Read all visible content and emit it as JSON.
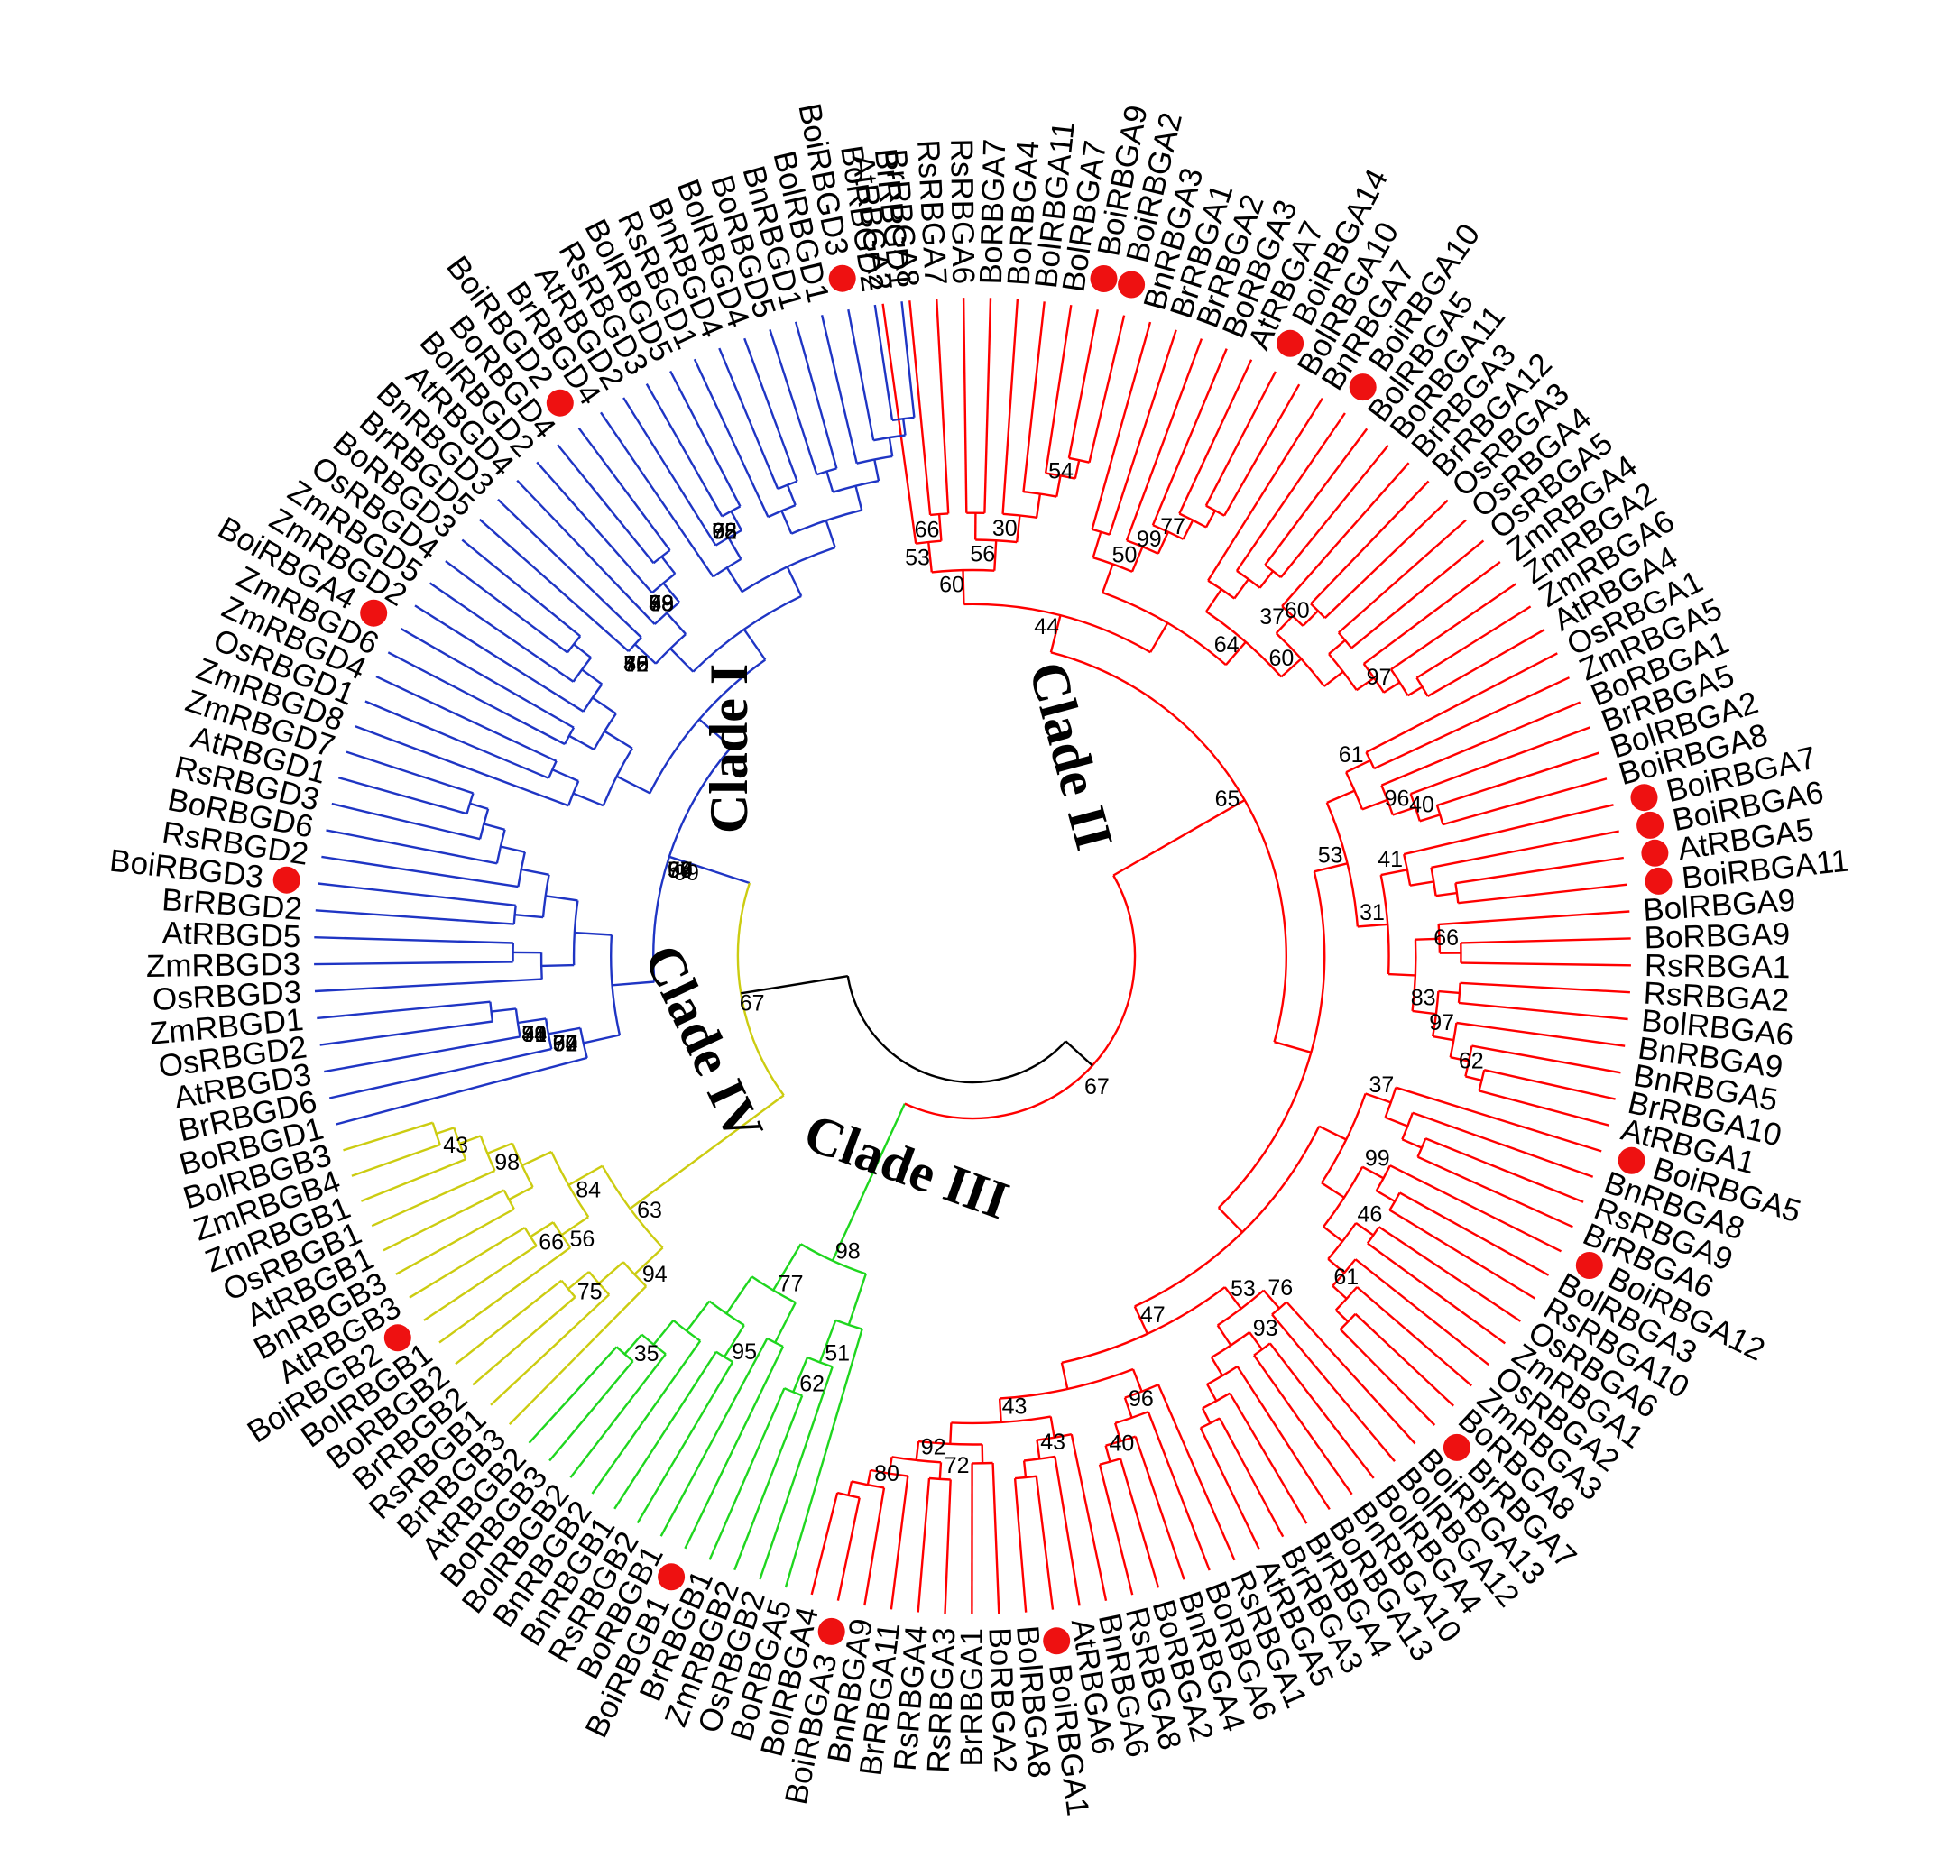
{
  "colors": {
    "clade_I": "#1f35c4",
    "clade_II": "#ff0000",
    "clade_III": "#1fd61f",
    "clade_IV": "#cccc11",
    "backbone": "#000000",
    "marker": "#ee1111"
  },
  "clade_labels": [
    "Clade I",
    "Clade II",
    "Clade III",
    "Clade IV"
  ],
  "leaves": [
    {
      "name": "AtRBGA2",
      "clade": "II"
    },
    {
      "name": "BrRBGA8",
      "clade": "II"
    },
    {
      "name": "RsRBGA7",
      "clade": "II"
    },
    {
      "name": "RsRBGA6",
      "clade": "II"
    },
    {
      "name": "BoRBGA7",
      "clade": "II"
    },
    {
      "name": "BoRBGA4",
      "clade": "II"
    },
    {
      "name": "BolRBGA11",
      "clade": "II"
    },
    {
      "name": "BolRBGA7",
      "clade": "II"
    },
    {
      "name": "BoiRBGA9",
      "clade": "II",
      "marked": true
    },
    {
      "name": "BoiRBGA2",
      "clade": "II",
      "marked": true
    },
    {
      "name": "BnRBGA3",
      "clade": "II"
    },
    {
      "name": "BrRBGA1",
      "clade": "II"
    },
    {
      "name": "BrRBGA2",
      "clade": "II"
    },
    {
      "name": "BoRBGA3",
      "clade": "II"
    },
    {
      "name": "AtRBGA7",
      "clade": "II"
    },
    {
      "name": "BoiRBGA14",
      "clade": "II",
      "marked": true
    },
    {
      "name": "BolRBGA10",
      "clade": "II"
    },
    {
      "name": "BnRBGA7",
      "clade": "II"
    },
    {
      "name": "BoiRBGA10",
      "clade": "II",
      "marked": true
    },
    {
      "name": "BolRBGA5",
      "clade": "II"
    },
    {
      "name": "BoRBGA11",
      "clade": "II"
    },
    {
      "name": "BrRBGA3",
      "clade": "II"
    },
    {
      "name": "BrRBGA12",
      "clade": "II"
    },
    {
      "name": "OsRBGA3",
      "clade": "II"
    },
    {
      "name": "OsRBGA4",
      "clade": "II"
    },
    {
      "name": "OsRBGA5",
      "clade": "II"
    },
    {
      "name": "ZmRBGA4",
      "clade": "II"
    },
    {
      "name": "ZmRBGA2",
      "clade": "II"
    },
    {
      "name": "ZmRBGA6",
      "clade": "II"
    },
    {
      "name": "AtRBGA4",
      "clade": "II"
    },
    {
      "name": "OsRBGA1",
      "clade": "II"
    },
    {
      "name": "ZmRBGA5",
      "clade": "II"
    },
    {
      "name": "BoRBGA1",
      "clade": "II"
    },
    {
      "name": "BrRBGA5",
      "clade": "II"
    },
    {
      "name": "BolRBGA2",
      "clade": "II"
    },
    {
      "name": "BoiRBGA8",
      "clade": "II"
    },
    {
      "name": "BoiRBGA7",
      "clade": "II",
      "marked": true
    },
    {
      "name": "BoiRBGA6",
      "clade": "II",
      "marked": true
    },
    {
      "name": "AtRBGA5",
      "clade": "II",
      "marked": true
    },
    {
      "name": "BoiRBGA11",
      "clade": "II",
      "marked": true
    },
    {
      "name": "BolRBGA9",
      "clade": "II"
    },
    {
      "name": "BoRBGA9",
      "clade": "II"
    },
    {
      "name": "RsRBGA1",
      "clade": "II"
    },
    {
      "name": "RsRBGA2",
      "clade": "II"
    },
    {
      "name": "BolRBGA6",
      "clade": "II"
    },
    {
      "name": "BnRBGA9",
      "clade": "II"
    },
    {
      "name": "BnRBGA5",
      "clade": "II"
    },
    {
      "name": "BrRBGA10",
      "clade": "II"
    },
    {
      "name": "AtRBGA1",
      "clade": "II"
    },
    {
      "name": "BoiRBGA5",
      "clade": "II",
      "marked": true
    },
    {
      "name": "BnRBGA8",
      "clade": "II"
    },
    {
      "name": "RsRBGA9",
      "clade": "II"
    },
    {
      "name": "BrRBGA6",
      "clade": "II"
    },
    {
      "name": "BoiRBGA12",
      "clade": "II",
      "marked": true
    },
    {
      "name": "BolRBGA3",
      "clade": "II"
    },
    {
      "name": "RsRBGA10",
      "clade": "II"
    },
    {
      "name": "OsRBGA6",
      "clade": "II"
    },
    {
      "name": "ZmRBGA1",
      "clade": "II"
    },
    {
      "name": "OsRBGA2",
      "clade": "II"
    },
    {
      "name": "ZmRBGA3",
      "clade": "II"
    },
    {
      "name": "BoRBGA8",
      "clade": "II"
    },
    {
      "name": "BrRBGA7",
      "clade": "II",
      "marked": true
    },
    {
      "name": "BoiRBGA13",
      "clade": "II"
    },
    {
      "name": "BolRBGA12",
      "clade": "II"
    },
    {
      "name": "BolRBGA4",
      "clade": "II"
    },
    {
      "name": "BnRBGA10",
      "clade": "II"
    },
    {
      "name": "BoRBGA13",
      "clade": "II"
    },
    {
      "name": "BrRBGA4",
      "clade": "II"
    },
    {
      "name": "BrRBGA3",
      "clade": "II"
    },
    {
      "name": "AtRBGA5",
      "clade": "II"
    },
    {
      "name": "RsRBGA1",
      "clade": "II"
    },
    {
      "name": "BoRBGA6",
      "clade": "II"
    },
    {
      "name": "BnRBGA4",
      "clade": "II"
    },
    {
      "name": "BoRBGA2",
      "clade": "II"
    },
    {
      "name": "RsRBGA8",
      "clade": "II"
    },
    {
      "name": "BnRBGA6",
      "clade": "II"
    },
    {
      "name": "AtRBGA6",
      "clade": "II"
    },
    {
      "name": "BoiRBGA1",
      "clade": "II",
      "marked": true
    },
    {
      "name": "BolRBGA8",
      "clade": "II"
    },
    {
      "name": "BoRBGA2",
      "clade": "II"
    },
    {
      "name": "BrRBGA1",
      "clade": "II"
    },
    {
      "name": "RsRBGA3",
      "clade": "II"
    },
    {
      "name": "RsRBGA4",
      "clade": "II"
    },
    {
      "name": "BrRBGA11",
      "clade": "II"
    },
    {
      "name": "BnRBGA9",
      "clade": "II"
    },
    {
      "name": "BoiRBGA3",
      "clade": "II",
      "marked": true
    },
    {
      "name": "BolRBGA4",
      "clade": "II"
    },
    {
      "name": "BoRBGA5",
      "clade": "III"
    },
    {
      "name": "OsRBGB2",
      "clade": "III"
    },
    {
      "name": "ZmRBGB2",
      "clade": "III"
    },
    {
      "name": "BrRBGB1",
      "clade": "III"
    },
    {
      "name": "BoiRBGB1",
      "clade": "III",
      "marked": true
    },
    {
      "name": "BoRBGB1",
      "clade": "III"
    },
    {
      "name": "RsRBGB2",
      "clade": "III"
    },
    {
      "name": "BnRBGB1",
      "clade": "III"
    },
    {
      "name": "BnRBGB2",
      "clade": "III"
    },
    {
      "name": "BolRBGB2",
      "clade": "III"
    },
    {
      "name": "BoRBGB3",
      "clade": "III"
    },
    {
      "name": "AtRBGB2",
      "clade": "III"
    },
    {
      "name": "BrRBGB3",
      "clade": "IV"
    },
    {
      "name": "RsRBGB1",
      "clade": "IV"
    },
    {
      "name": "BrRBGB2",
      "clade": "IV"
    },
    {
      "name": "BoRBGB2",
      "clade": "IV"
    },
    {
      "name": "BolRBGB1",
      "clade": "IV"
    },
    {
      "name": "BoiRBGB2",
      "clade": "IV",
      "marked": true
    },
    {
      "name": "AtRBGB3",
      "clade": "IV"
    },
    {
      "name": "BnRBGB3",
      "clade": "IV"
    },
    {
      "name": "AtRBGB1",
      "clade": "IV"
    },
    {
      "name": "OsRBGB1",
      "clade": "IV"
    },
    {
      "name": "ZmRBGB1",
      "clade": "IV"
    },
    {
      "name": "ZmRBGB4",
      "clade": "IV"
    },
    {
      "name": "BolRBGB3",
      "clade": "IV"
    },
    {
      "name": "BoRBGD1",
      "clade": "I"
    },
    {
      "name": "BrRBGD6",
      "clade": "I"
    },
    {
      "name": "AtRBGD3",
      "clade": "I"
    },
    {
      "name": "OsRBGD2",
      "clade": "I"
    },
    {
      "name": "ZmRBGD1",
      "clade": "I"
    },
    {
      "name": "OsRBGD3",
      "clade": "I"
    },
    {
      "name": "ZmRBGD3",
      "clade": "I"
    },
    {
      "name": "AtRBGD5",
      "clade": "I"
    },
    {
      "name": "BrRBGD2",
      "clade": "I"
    },
    {
      "name": "BoiRBGD3",
      "clade": "I",
      "marked": true
    },
    {
      "name": "RsRBGD2",
      "clade": "I"
    },
    {
      "name": "BoRBGD6",
      "clade": "I"
    },
    {
      "name": "RsRBGD3",
      "clade": "I"
    },
    {
      "name": "AtRBGD1",
      "clade": "I"
    },
    {
      "name": "ZmRBGD7",
      "clade": "I"
    },
    {
      "name": "ZmRBGD8",
      "clade": "I"
    },
    {
      "name": "OsRBGD1",
      "clade": "I"
    },
    {
      "name": "ZmRBGD4",
      "clade": "I"
    },
    {
      "name": "ZmRBGD6",
      "clade": "I"
    },
    {
      "name": "BoiRBGA4",
      "clade": "I",
      "marked": true
    },
    {
      "name": "ZmRBGD2",
      "clade": "I"
    },
    {
      "name": "ZmRBGD5",
      "clade": "I"
    },
    {
      "name": "OsRBGD4",
      "clade": "I"
    },
    {
      "name": "BoRBGD3",
      "clade": "I"
    },
    {
      "name": "BrRBGD5",
      "clade": "I"
    },
    {
      "name": "BnRBGD3",
      "clade": "I"
    },
    {
      "name": "AtRBGD4",
      "clade": "I"
    },
    {
      "name": "BolRBGD2",
      "clade": "I"
    },
    {
      "name": "BoRBGD4",
      "clade": "I"
    },
    {
      "name": "BoiRBGD2",
      "clade": "I",
      "marked": true
    },
    {
      "name": "BrRBGD4",
      "clade": "I"
    },
    {
      "name": "AtRBGD2",
      "clade": "I"
    },
    {
      "name": "RsRBGD3",
      "clade": "I"
    },
    {
      "name": "BolRBGD5",
      "clade": "I"
    },
    {
      "name": "RsRBGD1",
      "clade": "I"
    },
    {
      "name": "BnRBGD4",
      "clade": "I"
    },
    {
      "name": "BolRBGD4",
      "clade": "I"
    },
    {
      "name": "BoRBGD5",
      "clade": "I"
    },
    {
      "name": "BnRBGD1",
      "clade": "I"
    },
    {
      "name": "BolRBGD1",
      "clade": "I"
    },
    {
      "name": "BoiRBGD3",
      "clade": "I",
      "marked": true
    },
    {
      "name": "BoRBGD2",
      "clade": "I"
    },
    {
      "name": "BrRBGD1",
      "clade": "I"
    }
  ],
  "bootstrap_values": [
    {
      "value": "67",
      "near": "root-left"
    },
    {
      "value": "67",
      "near": "root-right"
    },
    {
      "value": "99",
      "near": "clade-I-base"
    },
    {
      "value": "97",
      "near": "clade-I"
    },
    {
      "value": "70",
      "near": "clade-I"
    },
    {
      "value": "34",
      "near": "clade-I"
    },
    {
      "value": "52",
      "near": "clade-I"
    },
    {
      "value": "79",
      "near": "clade-I"
    },
    {
      "value": "62",
      "near": "clade-I"
    },
    {
      "value": "50",
      "near": "clade-I"
    },
    {
      "value": "62",
      "near": "clade-I"
    },
    {
      "value": "46",
      "near": "clade-I"
    },
    {
      "value": "50",
      "near": "clade-I"
    },
    {
      "value": "88",
      "near": "clade-I"
    },
    {
      "value": "75",
      "near": "clade-I"
    },
    {
      "value": "79",
      "near": "clade-I"
    },
    {
      "value": "77",
      "near": "clade-I"
    },
    {
      "value": "41",
      "near": "clade-I"
    },
    {
      "value": "86",
      "near": "clade-I"
    },
    {
      "value": "93",
      "near": "clade-I"
    },
    {
      "value": "63",
      "near": "clade-I"
    },
    {
      "value": "94",
      "near": "clade-I"
    },
    {
      "value": "60",
      "near": "clade-I"
    },
    {
      "value": "99",
      "near": "clade-I"
    },
    {
      "value": "45",
      "near": "clade-I"
    },
    {
      "value": "49",
      "near": "clade-I"
    },
    {
      "value": "98",
      "near": "clade-I"
    },
    {
      "value": "64",
      "near": "clade-I"
    },
    {
      "value": "94",
      "near": "clade-I"
    },
    {
      "value": "74",
      "near": "clade-I"
    },
    {
      "value": "78",
      "near": "clade-I"
    },
    {
      "value": "68",
      "near": "clade-I"
    },
    {
      "value": "98",
      "near": "clade-I"
    },
    {
      "value": "56",
      "near": "clade-I"
    },
    {
      "value": "59",
      "near": "clade-I"
    },
    {
      "value": "63",
      "near": "clade-IV"
    },
    {
      "value": "66",
      "near": "clade-IV"
    },
    {
      "value": "84",
      "near": "clade-IV"
    },
    {
      "value": "98",
      "near": "clade-IV"
    },
    {
      "value": "56",
      "near": "clade-IV"
    },
    {
      "value": "43",
      "near": "clade-IV"
    },
    {
      "value": "75",
      "near": "clade-IV"
    },
    {
      "value": "94",
      "near": "clade-IV"
    },
    {
      "value": "98",
      "near": "clade-III"
    },
    {
      "value": "95",
      "near": "clade-III"
    },
    {
      "value": "51",
      "near": "clade-III"
    },
    {
      "value": "35",
      "near": "clade-III"
    },
    {
      "value": "62",
      "near": "clade-III"
    },
    {
      "value": "77",
      "near": "clade-III"
    },
    {
      "value": "65",
      "near": "clade-II"
    },
    {
      "value": "53",
      "near": "clade-II"
    },
    {
      "value": "47",
      "near": "clade-II"
    },
    {
      "value": "60",
      "near": "clade-II"
    },
    {
      "value": "53",
      "near": "clade-II"
    },
    {
      "value": "96",
      "near": "clade-II"
    },
    {
      "value": "76",
      "near": "clade-II"
    },
    {
      "value": "60",
      "near": "clade-II"
    },
    {
      "value": "97",
      "near": "clade-II"
    },
    {
      "value": "96",
      "near": "clade-II"
    },
    {
      "value": "61",
      "near": "clade-II"
    },
    {
      "value": "62",
      "near": "clade-II"
    },
    {
      "value": "80",
      "near": "clade-II"
    },
    {
      "value": "53",
      "near": "clade-II"
    },
    {
      "value": "31",
      "near": "clade-II"
    },
    {
      "value": "50",
      "near": "clade-II"
    },
    {
      "value": "37",
      "near": "clade-II"
    },
    {
      "value": "37",
      "near": "clade-II"
    },
    {
      "value": "99",
      "near": "clade-II"
    },
    {
      "value": "77",
      "near": "clade-II"
    },
    {
      "value": "66",
      "near": "clade-II"
    },
    {
      "value": "93",
      "near": "clade-II"
    },
    {
      "value": "97",
      "near": "clade-II"
    },
    {
      "value": "92",
      "near": "clade-II"
    },
    {
      "value": "72",
      "near": "clade-II"
    },
    {
      "value": "60",
      "near": "clade-II"
    },
    {
      "value": "64",
      "near": "clade-II"
    },
    {
      "value": "30",
      "near": "clade-II"
    },
    {
      "value": "41",
      "near": "clade-II"
    },
    {
      "value": "99",
      "near": "clade-II"
    },
    {
      "value": "83",
      "near": "clade-II"
    },
    {
      "value": "43",
      "near": "clade-II"
    },
    {
      "value": "40",
      "near": "clade-II"
    },
    {
      "value": "46",
      "near": "clade-II"
    },
    {
      "value": "54",
      "near": "clade-II"
    },
    {
      "value": "43",
      "near": "clade-II"
    },
    {
      "value": "40",
      "near": "clade-II"
    },
    {
      "value": "44",
      "near": "clade-II"
    },
    {
      "value": "56",
      "near": "clade-II"
    },
    {
      "value": "66",
      "near": "clade-II"
    },
    {
      "value": "61",
      "near": "clade-II"
    }
  ]
}
